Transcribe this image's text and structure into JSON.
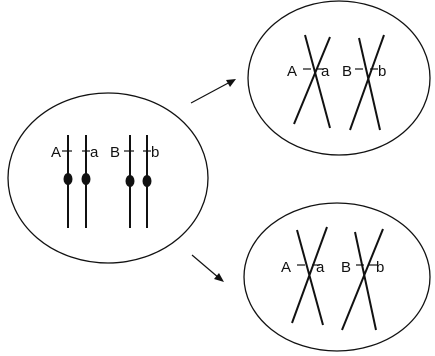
{
  "figure": {
    "left_cell": {
      "label_A": "A",
      "label_a": "a",
      "label_B": "B",
      "label_b": "b"
    },
    "top_right_cell": {
      "label_A": "A",
      "label_a": "a",
      "label_B": "B",
      "label_b": "b"
    },
    "bottom_right_cell": {
      "label_A": "A",
      "label_a": "a",
      "label_B": "B",
      "label_b": "b"
    }
  }
}
